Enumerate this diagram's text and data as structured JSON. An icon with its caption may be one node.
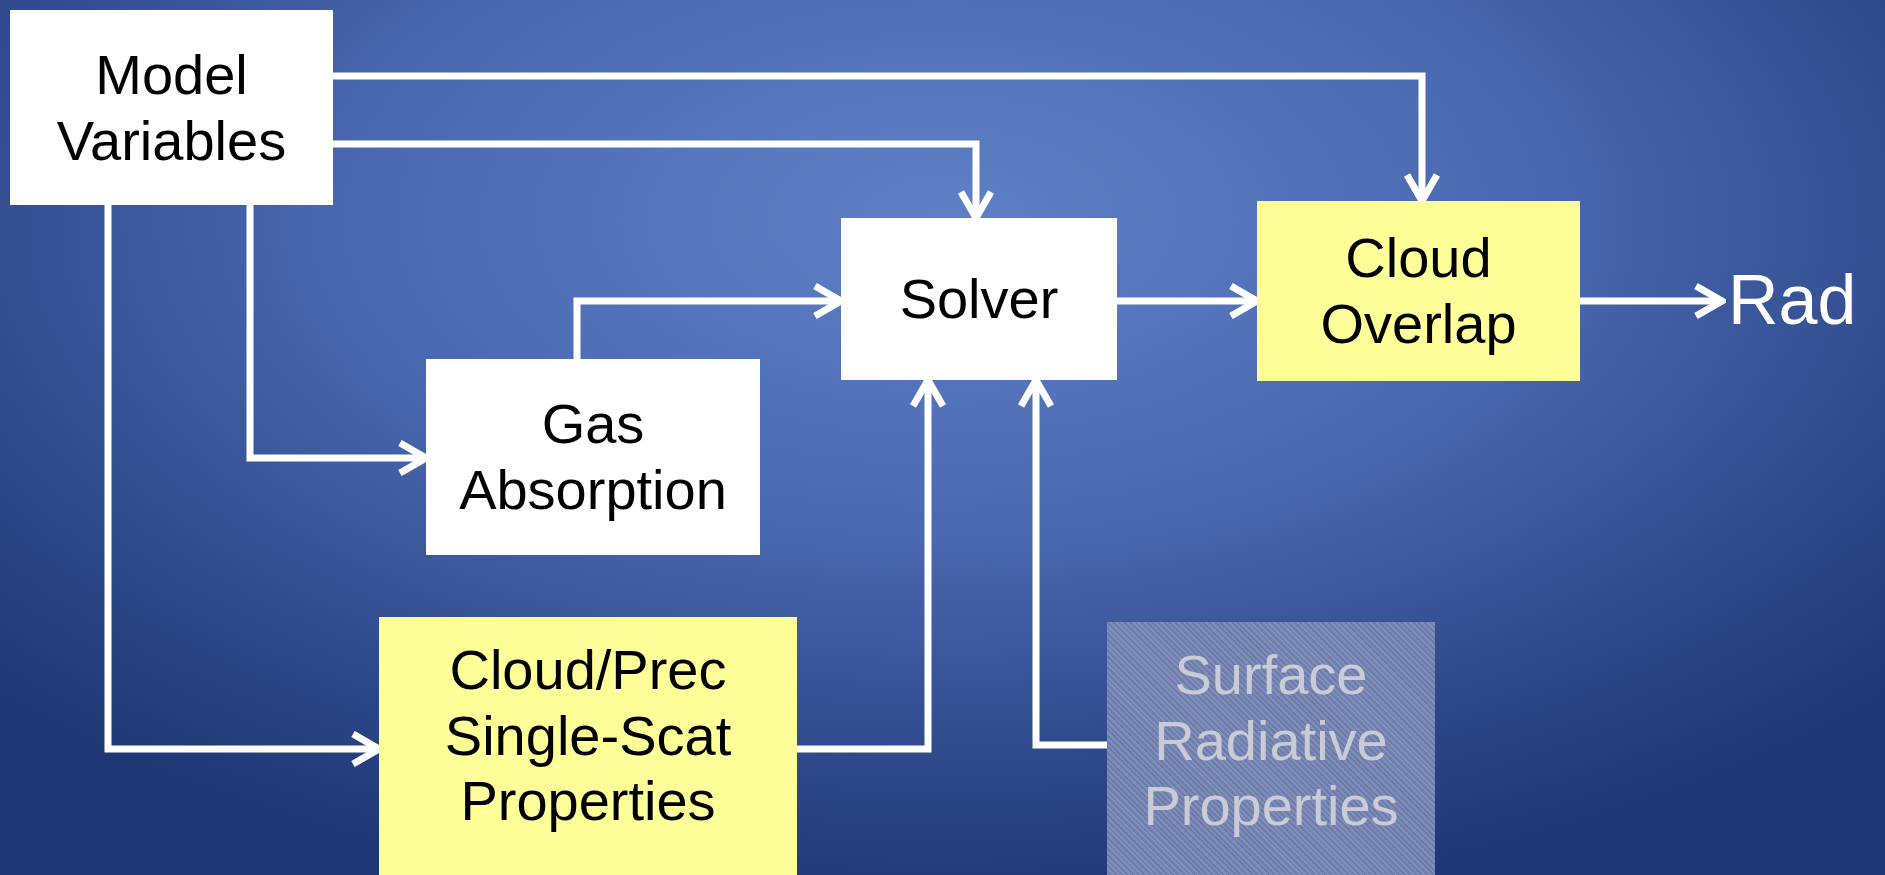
{
  "diagram": {
    "nodes": [
      {
        "text": [
          "Model Variables"
        ]
      },
      {
        "text": [
          "Solver"
        ]
      },
      {
        "text": [
          "Cloud Overlap"
        ]
      },
      {
        "text": [
          "Rad"
        ]
      },
      {
        "text": [
          "Gas Absorption"
        ]
      },
      {
        "text": [
          "Cloud/Prec Single-Scat Properties"
        ]
      },
      {
        "text": [
          "Surface Radiative Properties"
        ]
      }
    ],
    "edges": [
      {
        "from": 0,
        "to": 2,
        "arrow": "to"
      },
      {
        "from": 0,
        "to": 1,
        "arrow": "to"
      },
      {
        "from": 0,
        "to": 4,
        "arrow": "to"
      },
      {
        "from": 0,
        "to": 5,
        "arrow": "to"
      },
      {
        "from": 4,
        "to": 1,
        "arrow": "to"
      },
      {
        "from": 1,
        "to": 2,
        "arrow": "to"
      },
      {
        "from": 2,
        "to": 3,
        "arrow": "to"
      },
      {
        "from": 5,
        "to": 1,
        "arrow": "to"
      },
      {
        "from": 6,
        "to": 1,
        "arrow": "to"
      }
    ]
  }
}
